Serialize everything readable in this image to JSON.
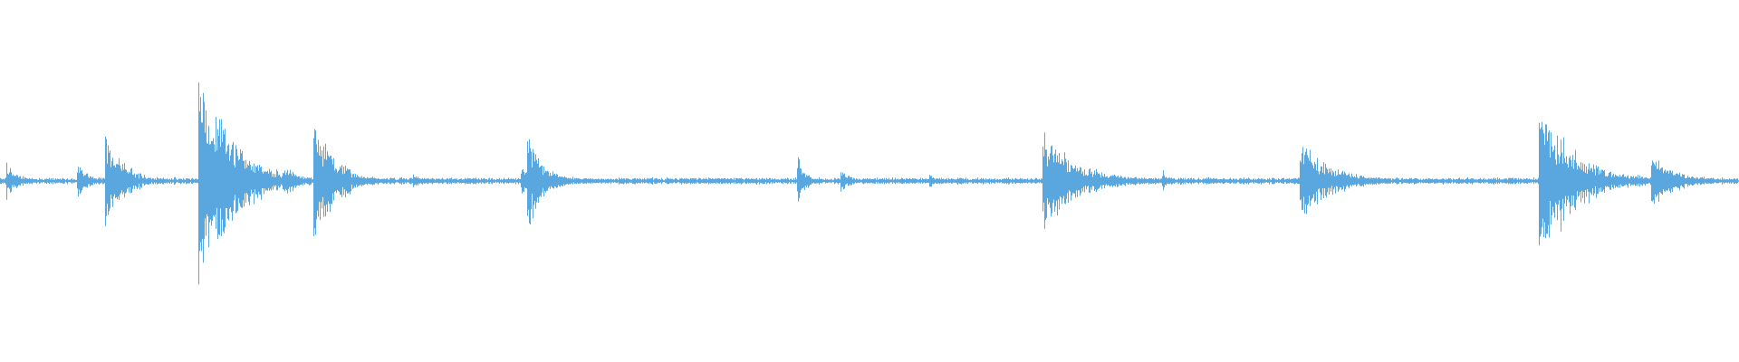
{
  "colors": {
    "background": "#ffffff",
    "waveform": "#5aa7e0"
  },
  "waveform": {
    "baseline_amplitude": 0.012,
    "noise_amplitude": 0.006,
    "transients": [
      {
        "position": 0.004,
        "peak": 0.11,
        "decay": 0.006
      },
      {
        "position": 0.045,
        "peak": 0.1,
        "decay": 0.006
      },
      {
        "position": 0.061,
        "peak": 0.3,
        "decay": 0.01
      },
      {
        "position": 0.1145,
        "peak": 0.75,
        "decay": 0.018
      },
      {
        "position": 0.128,
        "peak": 0.32,
        "decay": 0.012
      },
      {
        "position": 0.1635,
        "peak": 0.12,
        "decay": 0.006
      },
      {
        "position": 0.181,
        "peak": 0.4,
        "decay": 0.012
      },
      {
        "position": 0.236,
        "peak": 0.04,
        "decay": 0.01
      },
      {
        "position": 0.3,
        "peak": 0.08,
        "decay": 0.02
      },
      {
        "position": 0.3035,
        "peak": 0.34,
        "decay": 0.008
      },
      {
        "position": 0.318,
        "peak": 0.06,
        "decay": 0.006
      },
      {
        "position": 0.459,
        "peak": 0.16,
        "decay": 0.004
      },
      {
        "position": 0.484,
        "peak": 0.06,
        "decay": 0.006
      },
      {
        "position": 0.535,
        "peak": 0.04,
        "decay": 0.004
      },
      {
        "position": 0.6,
        "peak": 0.3,
        "decay": 0.02
      },
      {
        "position": 0.669,
        "peak": 0.06,
        "decay": 0.004
      },
      {
        "position": 0.748,
        "peak": 0.24,
        "decay": 0.018
      },
      {
        "position": 0.8855,
        "peak": 0.52,
        "decay": 0.02
      },
      {
        "position": 0.95,
        "peak": 0.16,
        "decay": 0.014
      }
    ]
  }
}
